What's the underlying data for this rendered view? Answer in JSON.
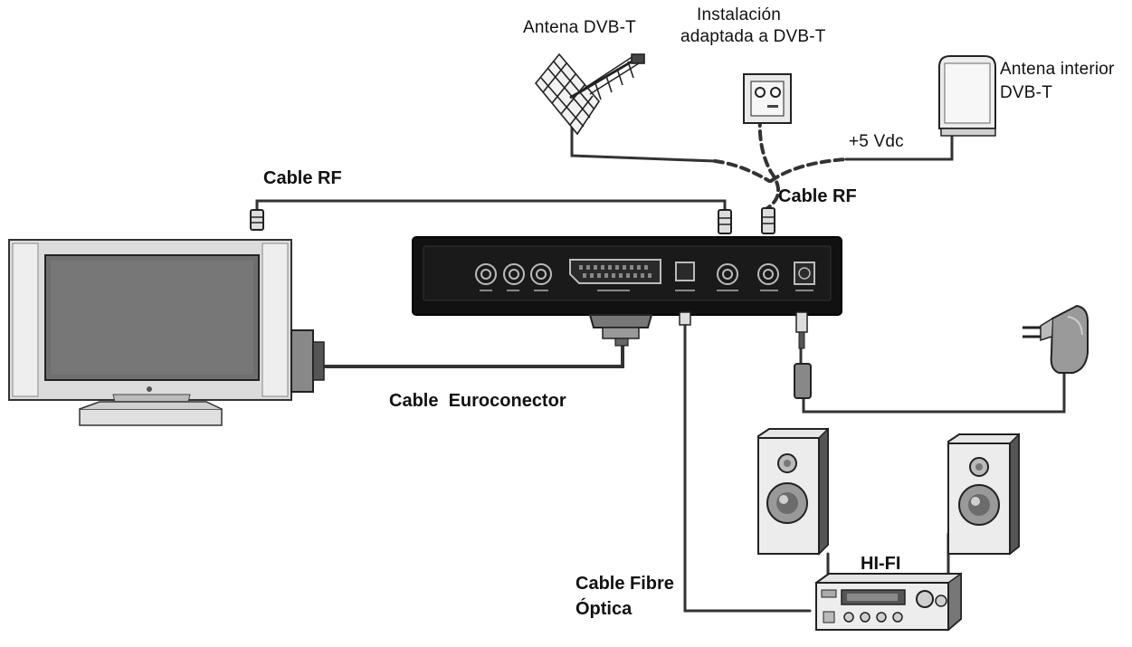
{
  "labels": {
    "antena_dvbt": "Antena DVB-T",
    "instalacion_line1": "Instalación",
    "instalacion_line2": "adaptada a DVB-T",
    "antena_interior_line1": "Antena interior",
    "antena_interior_line2": "DVB-T",
    "vdc": "+5 Vdc",
    "cable_rf_left": "Cable RF",
    "cable_rf_right": "Cable RF",
    "cable_euroconector": "Cable  Euroconector",
    "cable_fibre_line1": "Cable Fibre",
    "cable_fibre_line2": "Óptica",
    "hifi": "HI-FI"
  },
  "colors": {
    "outline": "#222222",
    "cable": "#333333",
    "device": "#111111",
    "tv_frame": "#dcdcdc",
    "tv_screen": "#6f6f6f",
    "speaker_body": "#e6e6e6"
  },
  "icons": [
    "dvbt-antenna-icon",
    "wall-socket-icon",
    "indoor-antenna-icon",
    "tv-icon",
    "receiver-icon",
    "power-adapter-icon",
    "speaker-icon",
    "amplifier-icon"
  ]
}
